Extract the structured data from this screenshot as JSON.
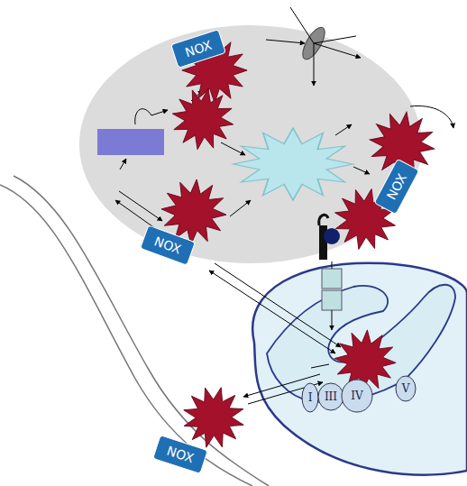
{
  "diagram": {
    "nodes": [
      {
        "text": [
          "NOX"
        ]
      },
      {
        "text": [
          "NOX"
        ]
      },
      {
        "text": [
          "NOX"
        ]
      },
      {
        "text": [
          "NOX"
        ]
      },
      {
        "text": [
          "I"
        ]
      },
      {
        "text": [
          "III"
        ]
      },
      {
        "text": [
          "IV"
        ]
      },
      {
        "text": [
          "V"
        ]
      }
    ]
  }
}
